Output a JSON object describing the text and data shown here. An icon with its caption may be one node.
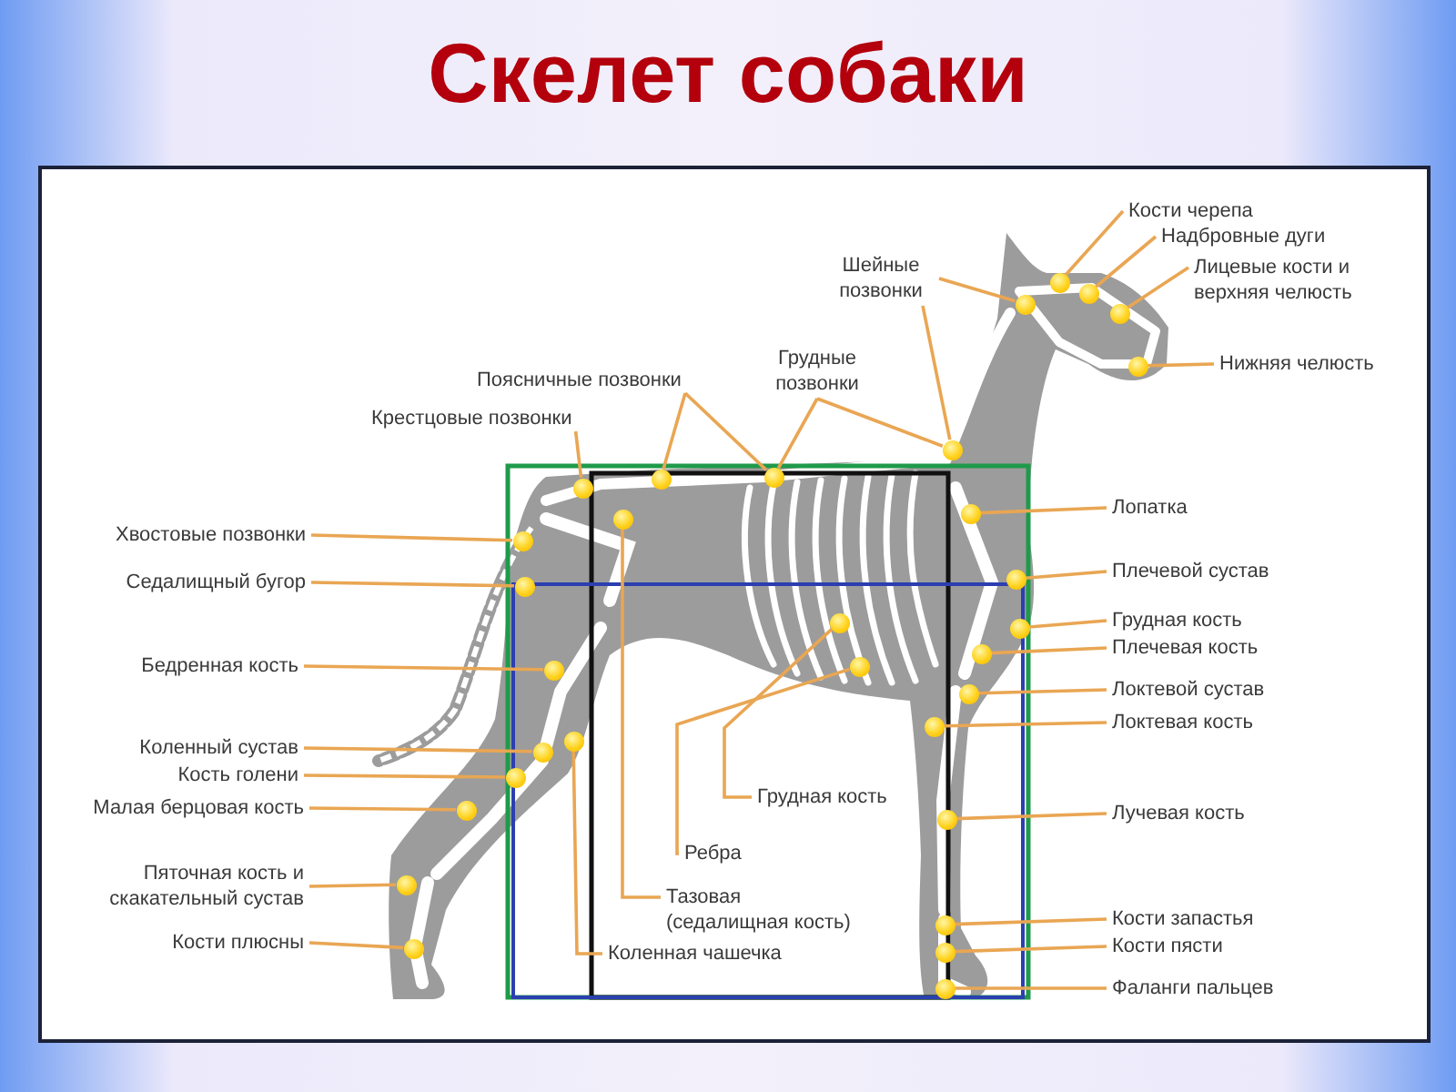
{
  "diagram": {
    "title": "Скелет собаки",
    "nodes": [
      {
        "text": [
          "Кости черепа"
        ]
      },
      {
        "text": [
          "Надбровные дуги"
        ]
      },
      {
        "text": [
          "Шейные позвонки"
        ]
      },
      {
        "text": [
          "Лицевые кости и верхняя челюсть"
        ]
      },
      {
        "text": [
          "Грудные позвонки"
        ]
      },
      {
        "text": [
          "Нижняя челюсть"
        ]
      },
      {
        "text": [
          "Поясничные позвонки"
        ]
      },
      {
        "text": [
          "Крестцовые позвонки"
        ]
      },
      {
        "text": [
          "Лопатка"
        ]
      },
      {
        "text": [
          "Хвостовые позвонки"
        ]
      },
      {
        "text": [
          "Плечевой сустав"
        ]
      },
      {
        "text": [
          "Седалищный бугор"
        ]
      },
      {
        "text": [
          "Грудная кость"
        ]
      },
      {
        "text": [
          "Плечевая кость"
        ]
      },
      {
        "text": [
          "Бедренная кость"
        ]
      },
      {
        "text": [
          "Локтевой сустав"
        ]
      },
      {
        "text": [
          "Локтевая кость"
        ]
      },
      {
        "text": [
          "Коленный сустав"
        ]
      },
      {
        "text": [
          "Кость голени"
        ]
      },
      {
        "text": [
          "Грудная кость"
        ]
      },
      {
        "text": [
          "Малая берцовая кость"
        ]
      },
      {
        "text": [
          "Лучевая кость"
        ]
      },
      {
        "text": [
          "Ребра"
        ]
      },
      {
        "text": [
          "Пяточная кость и скакательный сустав"
        ]
      },
      {
        "text": [
          "Тазовая (седалищная кость)"
        ]
      },
      {
        "text": [
          "Кости запастья"
        ]
      },
      {
        "text": [
          "Кости пясти"
        ]
      },
      {
        "text": [
          "Кости плюсны"
        ]
      },
      {
        "text": [
          "Коленная чашечка"
        ]
      },
      {
        "text": [
          "Фаланги пальцев"
        ]
      },
      {
        "text": [],
        "shape": "circle"
      },
      {
        "text": [],
        "shape": "circle"
      },
      {
        "text": [],
        "shape": "circle"
      },
      {
        "text": [],
        "shape": "circle"
      },
      {
        "text": [],
        "shape": "circle"
      },
      {
        "text": [],
        "shape": "circle"
      },
      {
        "text": [],
        "shape": "circle"
      },
      {
        "text": [],
        "shape": "circle"
      },
      {
        "text": [],
        "shape": "circle"
      },
      {
        "text": [],
        "shape": "circle"
      },
      {
        "text": [],
        "shape": "circle"
      },
      {
        "text": [],
        "shape": "circle"
      },
      {
        "text": [],
        "shape": "circle"
      },
      {
        "text": [],
        "shape": "circle"
      },
      {
        "text": [],
        "shape": "circle"
      },
      {
        "text": [],
        "shape": "circle"
      },
      {
        "text": [],
        "shape": "circle"
      },
      {
        "text": [],
        "shape": "circle"
      },
      {
        "text": [],
        "shape": "circle"
      },
      {
        "text": [],
        "shape": "circle"
      },
      {
        "text": [],
        "shape": "circle"
      },
      {
        "text": [],
        "shape": "circle"
      },
      {
        "text": [],
        "shape": "circle"
      },
      {
        "text": [],
        "shape": "circle"
      },
      {
        "text": [],
        "shape": "circle"
      },
      {
        "text": [],
        "shape": "circle"
      },
      {
        "text": [],
        "shape": "circle"
      },
      {
        "text": [],
        "shape": "circle"
      },
      {
        "text": [],
        "shape": "circle"
      },
      {
        "text": [],
        "shape": "circle"
      },
      {
        "text": [],
        "shape": "circle"
      }
    ],
    "edges": [
      {
        "from": 0,
        "to": 30,
        "arrow": "none"
      },
      {
        "from": 1,
        "to": 31,
        "arrow": "none"
      },
      {
        "from": 2,
        "to": 32,
        "arrow": "none"
      },
      {
        "from": 2,
        "to": 35,
        "arrow": "none"
      },
      {
        "from": 3,
        "to": 33,
        "arrow": "none"
      },
      {
        "from": 4,
        "to": 35,
        "arrow": "none"
      },
      {
        "from": 4,
        "to": 36,
        "arrow": "none"
      },
      {
        "from": 5,
        "to": 34,
        "arrow": "none"
      },
      {
        "from": 6,
        "to": 37,
        "arrow": "none"
      },
      {
        "from": 6,
        "to": 36,
        "arrow": "none"
      },
      {
        "from": 7,
        "to": 38,
        "arrow": "none"
      },
      {
        "from": 8,
        "to": 39,
        "arrow": "none"
      },
      {
        "from": 9,
        "to": 41,
        "arrow": "none"
      },
      {
        "from": 10,
        "to": 42,
        "arrow": "none"
      },
      {
        "from": 11,
        "to": 43,
        "arrow": "none"
      },
      {
        "from": 12,
        "to": 45,
        "arrow": "none"
      },
      {
        "from": 13,
        "to": 46,
        "arrow": "none"
      },
      {
        "from": 14,
        "to": 48,
        "arrow": "none"
      },
      {
        "from": 15,
        "to": 49,
        "arrow": "none"
      },
      {
        "from": 16,
        "to": 50,
        "arrow": "none"
      },
      {
        "from": 17,
        "to": 52,
        "arrow": "none"
      },
      {
        "from": 18,
        "to": 53,
        "arrow": "none"
      },
      {
        "from": 19,
        "to": 44,
        "arrow": "none"
      },
      {
        "from": 20,
        "to": 54,
        "arrow": "none"
      },
      {
        "from": 21,
        "to": 55,
        "arrow": "none"
      },
      {
        "from": 22,
        "to": 47,
        "arrow": "none"
      },
      {
        "from": 23,
        "to": 56,
        "arrow": "none"
      },
      {
        "from": 24,
        "to": 40,
        "arrow": "none"
      },
      {
        "from": 25,
        "to": 57,
        "arrow": "none"
      },
      {
        "from": 26,
        "to": 59,
        "arrow": "none"
      },
      {
        "from": 27,
        "to": 58,
        "arrow": "none"
      },
      {
        "from": 28,
        "to": 51,
        "arrow": "none"
      },
      {
        "from": 29,
        "to": 60,
        "arrow": "none"
      }
    ]
  }
}
